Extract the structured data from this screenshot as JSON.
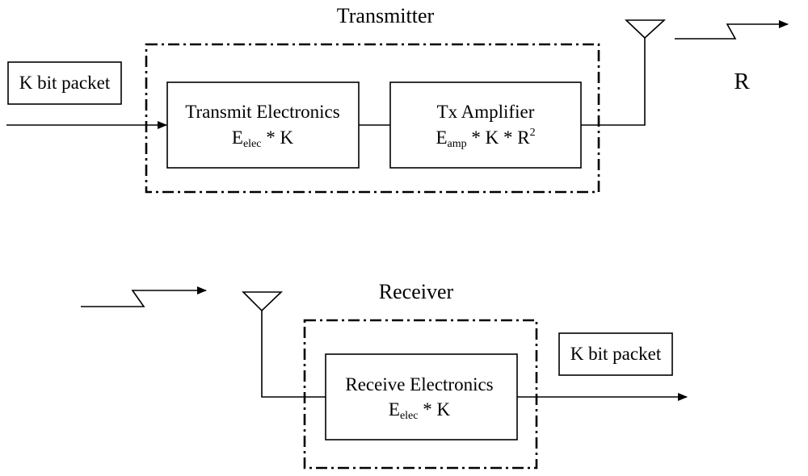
{
  "transmitter": {
    "title": "Transmitter",
    "input_packet": "K bit packet",
    "transmit_electronics": {
      "label": "Transmit Electronics",
      "formula": {
        "e": "E",
        "sub": "elec",
        "rest": " * K"
      }
    },
    "tx_amplifier": {
      "label": "Tx Amplifier",
      "formula": {
        "e": "E",
        "sub": "amp",
        "rest": " * K * R",
        "sup": "2"
      }
    },
    "distance_label": "R"
  },
  "receiver": {
    "title": "Receiver",
    "receive_electronics": {
      "label": "Receive Electronics",
      "formula": {
        "e": "E",
        "sub": "elec",
        "rest": " * K"
      }
    },
    "output_packet": "K bit packet"
  }
}
